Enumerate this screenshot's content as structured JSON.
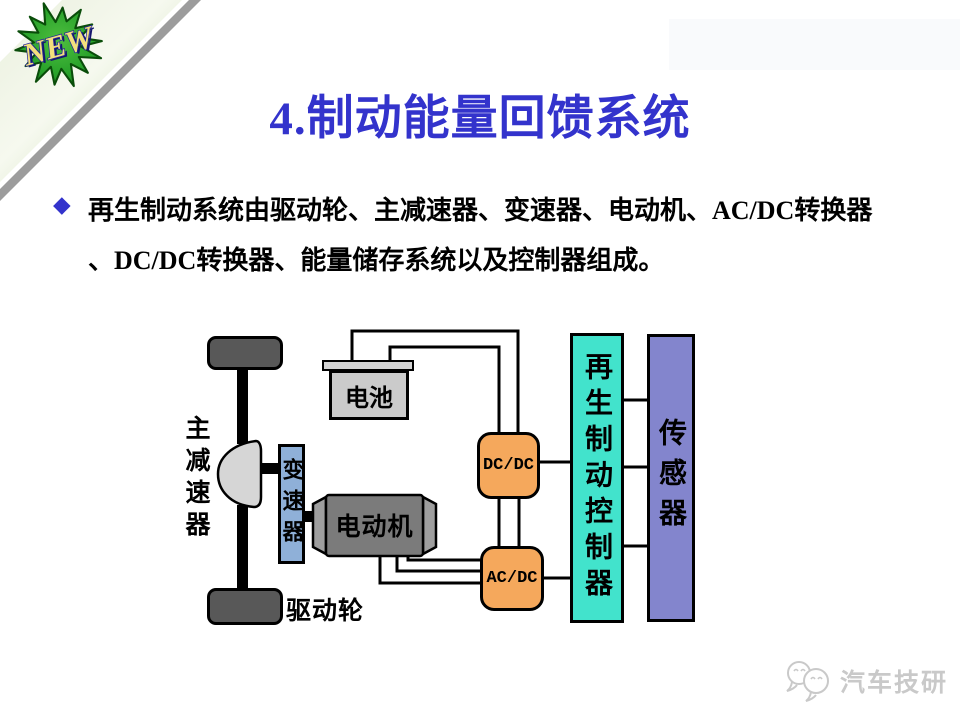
{
  "badge": {
    "label": "NEW"
  },
  "header": {
    "title": "4.制动能量回馈系统"
  },
  "bullet": {
    "marker": "◆",
    "line1": "再生制动系统由驱动轮、主减速器、变速器、电动机、AC/DC转换器",
    "line2": "、DC/DC转换器、能量储存系统以及控制器组成。"
  },
  "diagram": {
    "labels": {
      "final_drive": "主减速器",
      "transmission": "变速器",
      "battery": "电池",
      "motor": "电动机",
      "drive_wheel": "驱动轮",
      "dcdc": "DC/DC",
      "acdc": "AC/DC",
      "controller": "再生制动控制器",
      "sensor": "传感器"
    },
    "colors": {
      "converter_orange": "#f5a85c",
      "controller_cyan": "#42e3cc",
      "sensor_purple": "#8385cd",
      "transmission_blue": "#8fb0d8",
      "wheel_gray": "#585858",
      "motor_gray": "#7b7b7b",
      "battery_gray": "#cbcbcb",
      "final_drive_gray": "#d6d6d6"
    }
  },
  "watermark": {
    "text": "汽车技研"
  },
  "theme": {
    "accent_blue": "#3333cc",
    "band_green": "#cfe0b8",
    "shadow_gray": "#9c9c9c",
    "badge_star_green": "#2aa12a",
    "badge_text_yellow": "#f3e07c",
    "watermark_gray": "#c9c9c9"
  }
}
